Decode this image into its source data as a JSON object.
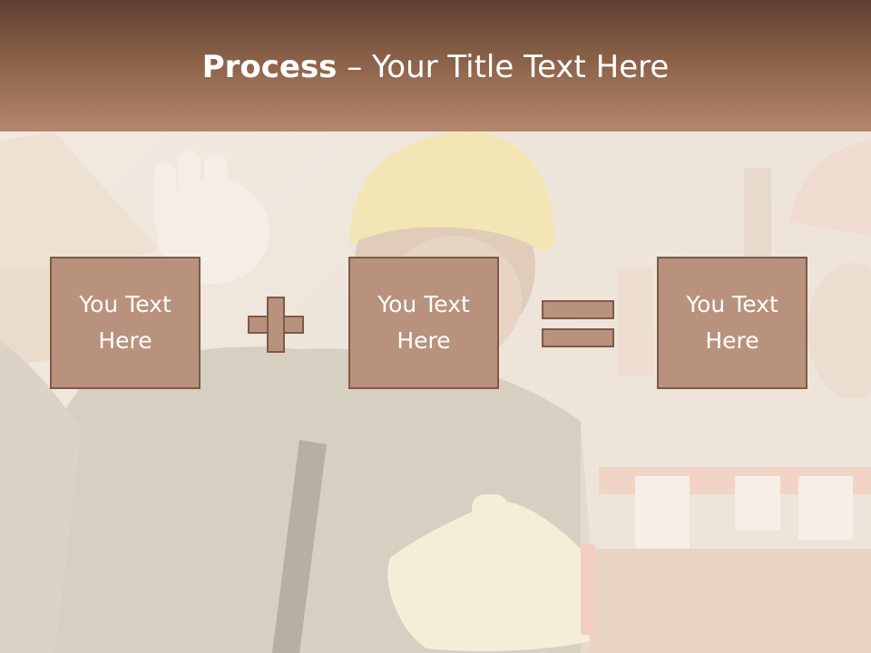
{
  "slide": {
    "title_bold": "Process",
    "title_rest": " – Your Title Text Here"
  },
  "process": {
    "boxes": [
      {
        "text": "You Text Here"
      },
      {
        "text": "You Text Here"
      },
      {
        "text": "You Text Here"
      }
    ],
    "operators": [
      "plus",
      "equals"
    ]
  },
  "colors": {
    "header_dark": "#5c3f2f",
    "header_light": "#b4876b",
    "box_fill": "#b8927c",
    "box_border": "#7d5a47",
    "text": "#ffffff"
  }
}
